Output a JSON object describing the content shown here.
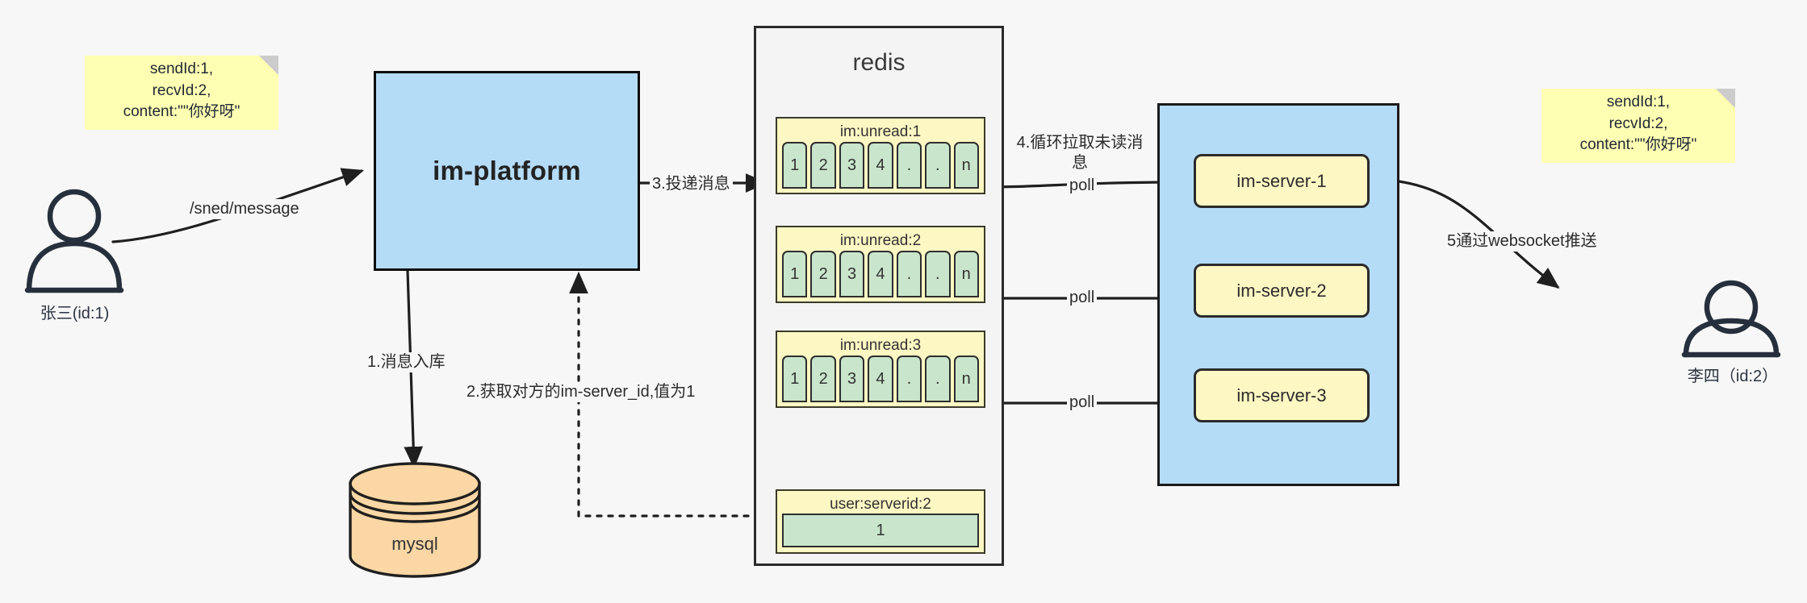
{
  "diagram": {
    "title": "IM message delivery architecture",
    "colors": {
      "note_yellow": "#ffffb3",
      "box_blue": "#b5dcf7",
      "cell_green": "#c9e6cc",
      "key_yellow": "#fdf7c3",
      "db_orange": "#fad7a4",
      "stroke": "#2b2b2b",
      "canvas": "#f7f7f7"
    }
  },
  "notes": {
    "left": {
      "line1": "sendId:1,",
      "line2": "recvId:2,",
      "line3": "content:\"\"你好呀\""
    },
    "right": {
      "line1": "sendId:1,",
      "line2": "recvId:2,",
      "line3": "content:\"\"你好呀\""
    }
  },
  "actors": {
    "sender": {
      "label": "张三(id:1)",
      "icon": "user-icon"
    },
    "receiver": {
      "label": "李四（id:2）",
      "icon": "user-icon"
    }
  },
  "platform": {
    "label": "im-platform"
  },
  "database": {
    "label": "mysql",
    "icon": "database-cylinder-icon"
  },
  "redis": {
    "title": "redis",
    "groups": [
      {
        "name": "im:unread:1",
        "cells": [
          "1",
          "2",
          "3",
          "4",
          ".",
          ".",
          "n"
        ]
      },
      {
        "name": "im:unread:2",
        "cells": [
          "1",
          "2",
          "3",
          "4",
          ".",
          ".",
          "n"
        ]
      },
      {
        "name": "im:unread:3",
        "cells": [
          "1",
          "2",
          "3",
          "4",
          ".",
          ".",
          "n"
        ]
      }
    ],
    "serverid": {
      "name": "user:serverid:2",
      "value": "1"
    }
  },
  "servers": [
    {
      "label": "im-server-1"
    },
    {
      "label": "im-server-2"
    },
    {
      "label": "im-server-3"
    }
  ],
  "edges": {
    "send_message": "/sned/message",
    "step1": "1.消息入库",
    "step2": "2.获取对方的im-server_id,值为1",
    "step3": "3.投递消息",
    "step4": "4.循环拉取未读消息",
    "poll1": "poll",
    "poll2": "poll",
    "poll3": "poll",
    "step5": "5通过websocket推送"
  }
}
